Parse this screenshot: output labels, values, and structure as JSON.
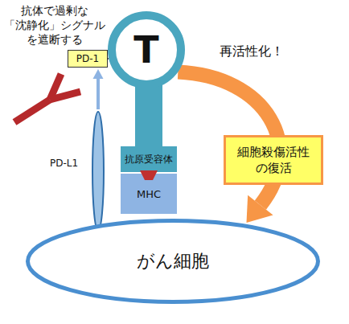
{
  "diagram": {
    "nodes": [
      {
        "text": [
          "T"
        ]
      },
      {
        "text": [
          "PD-1"
        ]
      },
      {
        "text": [
          "抗原受容体"
        ]
      },
      {
        "text": [
          "細胞殺傷活性 の復活"
        ]
      },
      {
        "text": [
          "PD-L1"
        ]
      },
      {
        "text": [
          "MHC"
        ]
      },
      {
        "text": [
          "がん細胞"
        ]
      }
    ],
    "edges": [
      {
        "from": 1,
        "to": 0,
        "arrow": "none"
      },
      {
        "from": 4,
        "to": 1,
        "arrow": "to"
      },
      {
        "from": 0,
        "to": 6,
        "arrow": "to"
      }
    ],
    "labels": [
      "抗体で過剰な 「沈静化」シグナル を遮断する",
      "再活性化！"
    ]
  }
}
